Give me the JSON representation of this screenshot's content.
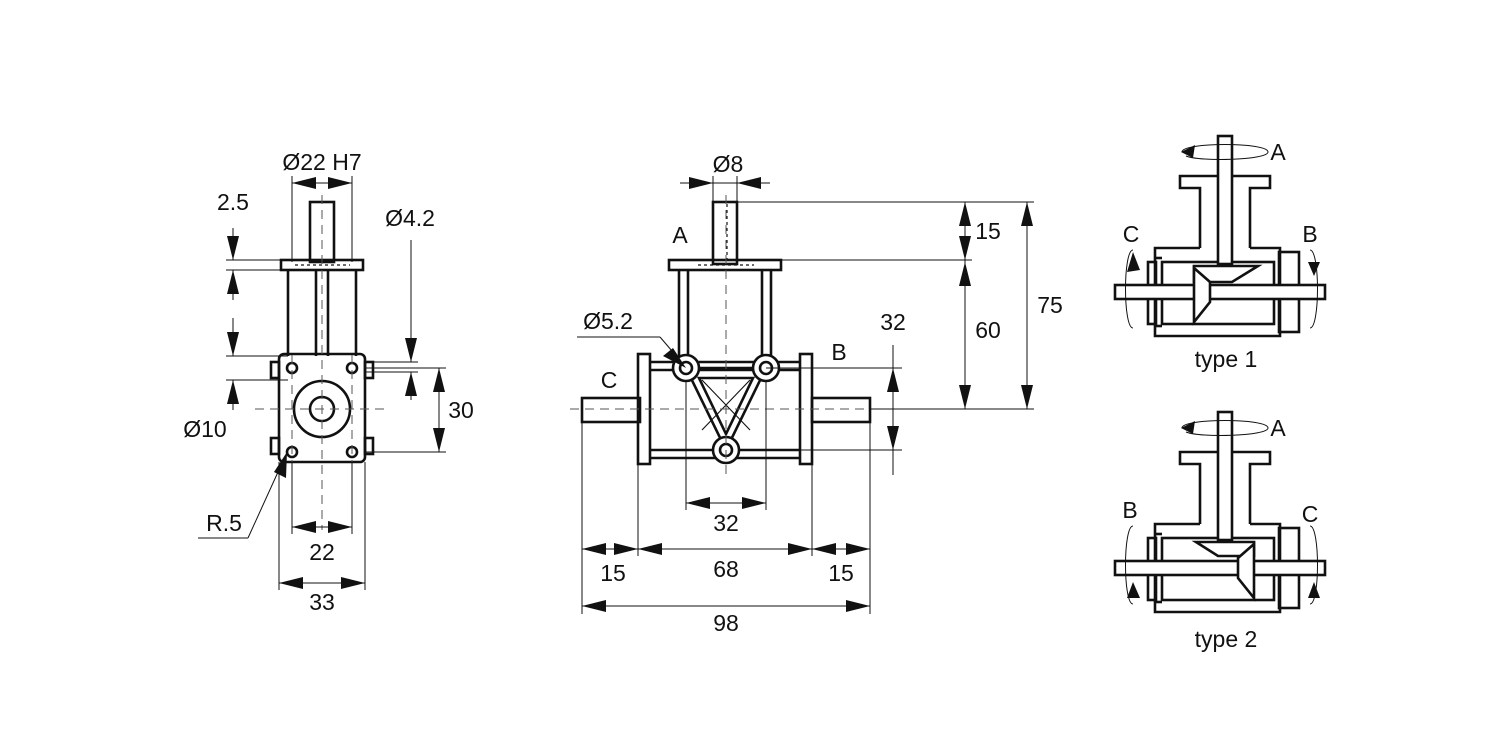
{
  "side_view": {
    "dia_bore": "Ø22 H7",
    "flange_thk": "2.5",
    "hole_dia": "Ø4.2",
    "shaft_dia": "Ø10",
    "height": "30",
    "radius": "R.5",
    "width_inner": "22",
    "width_outer": "33"
  },
  "front_view": {
    "shaft_dia": "Ø8",
    "label_a": "A",
    "label_b": "B",
    "label_c": "C",
    "hole_dia": "Ø5.2",
    "dim_15_top": "15",
    "dim_60": "60",
    "dim_75": "75",
    "dim_32_right": "32",
    "dim_32_bottom": "32",
    "dim_15_left": "15",
    "dim_68": "68",
    "dim_15_right": "15",
    "dim_98": "98"
  },
  "type1": {
    "label": "type 1",
    "a": "A",
    "b": "B",
    "c": "C"
  },
  "type2": {
    "label": "type 2",
    "a": "A",
    "b": "B",
    "c": "C"
  }
}
